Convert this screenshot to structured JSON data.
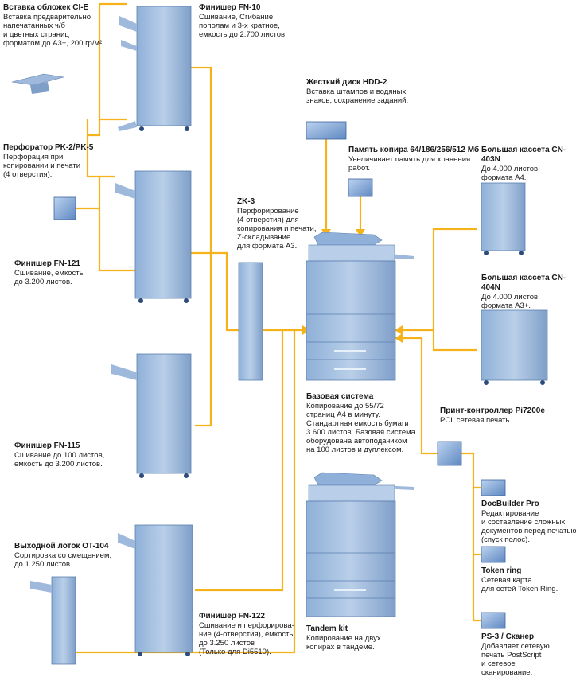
{
  "diagram": {
    "connector_color": "#f5b21a",
    "device_color": "#a8c2e0",
    "device_dark": "#5b7fae",
    "module_color": "#6f97cf"
  },
  "labels": {
    "ci_e": {
      "title": "Вставка обложек CI-E",
      "desc": "Вставка предварительно\nнапечатанных ч/б\nи цветных страниц\nформатом до А3+, 200 гр/м²"
    },
    "fn10": {
      "title": "Финишер FN-10",
      "desc": "Сшивание, Сгибание\nпополам и 3-х кратное,\nемкость до 2.700 листов."
    },
    "hdd2": {
      "title": "Жесткий диск HDD-2",
      "desc": "Вставка штампов и водяных\nзнаков, сохранение заданий."
    },
    "pk": {
      "title": "Перфоратор PK-2/PK-5",
      "desc": "Перфорация при\nкопировании и печати\n(4 отверстия)."
    },
    "memory": {
      "title": "Память копира 64/186/256/512 Мб",
      "desc": "Увеличивает память для хранения\nработ."
    },
    "cn403": {
      "title": "Большая кассета CN-403N",
      "desc": "До 4.000 листов\nформата А4."
    },
    "zk3": {
      "title": "ZK-3",
      "desc": "Перфорирование\n(4 отверстия) для\nкопирования и печати,\nZ-складывание\nдля формата А3."
    },
    "fn121": {
      "title": "Финишер FN-121",
      "desc": "Сшивание, емкость\nдо 3.200 листов."
    },
    "cn404": {
      "title": "Большая кассета CN-404N",
      "desc": "До 4.000 листов\nформата А3+."
    },
    "base": {
      "title": "Базовая система",
      "desc": "Копирование до 55/72\nстраниц А4 в минуту.\nСтандартная емкость бумаги\n3.600 листов. Базовая система\nоборудована автоподачиком\nна 100 листов и дуплексом."
    },
    "pi7200": {
      "title": "Принт-контроллер Pi7200e",
      "desc": "PCL сетевая печать."
    },
    "fn115": {
      "title": "Финишер FN-115",
      "desc": "Сшивание до 100 листов,\nемкость до 3.200 листов."
    },
    "docb": {
      "title": "DocBuilder Pro",
      "desc": "Редактирование\nи составление сложных\nдокументов перед печатью\n(спуск полос)."
    },
    "ot104": {
      "title": "Выходной лоток OT-104",
      "desc": "Сортировка со смещением,\nдо 1.250 листов."
    },
    "token": {
      "title": "Token ring",
      "desc": "Сетевая карта\nдля сетей Token Ring."
    },
    "fn122": {
      "title": "Финишер FN-122",
      "desc": "Сшивание и перфорирова-\nние (4-отверстия), емкость\nдо 3.250 листов\n(Только для Di5510)."
    },
    "tandem": {
      "title": "Tandem kit",
      "desc": "Копирование на двух\nкопирах в тандеме."
    },
    "ps3": {
      "title": "PS-3 / Сканер",
      "desc": "Добавляет сетевую\nпечать PostScript\nи сетевое\nсканирование."
    }
  }
}
